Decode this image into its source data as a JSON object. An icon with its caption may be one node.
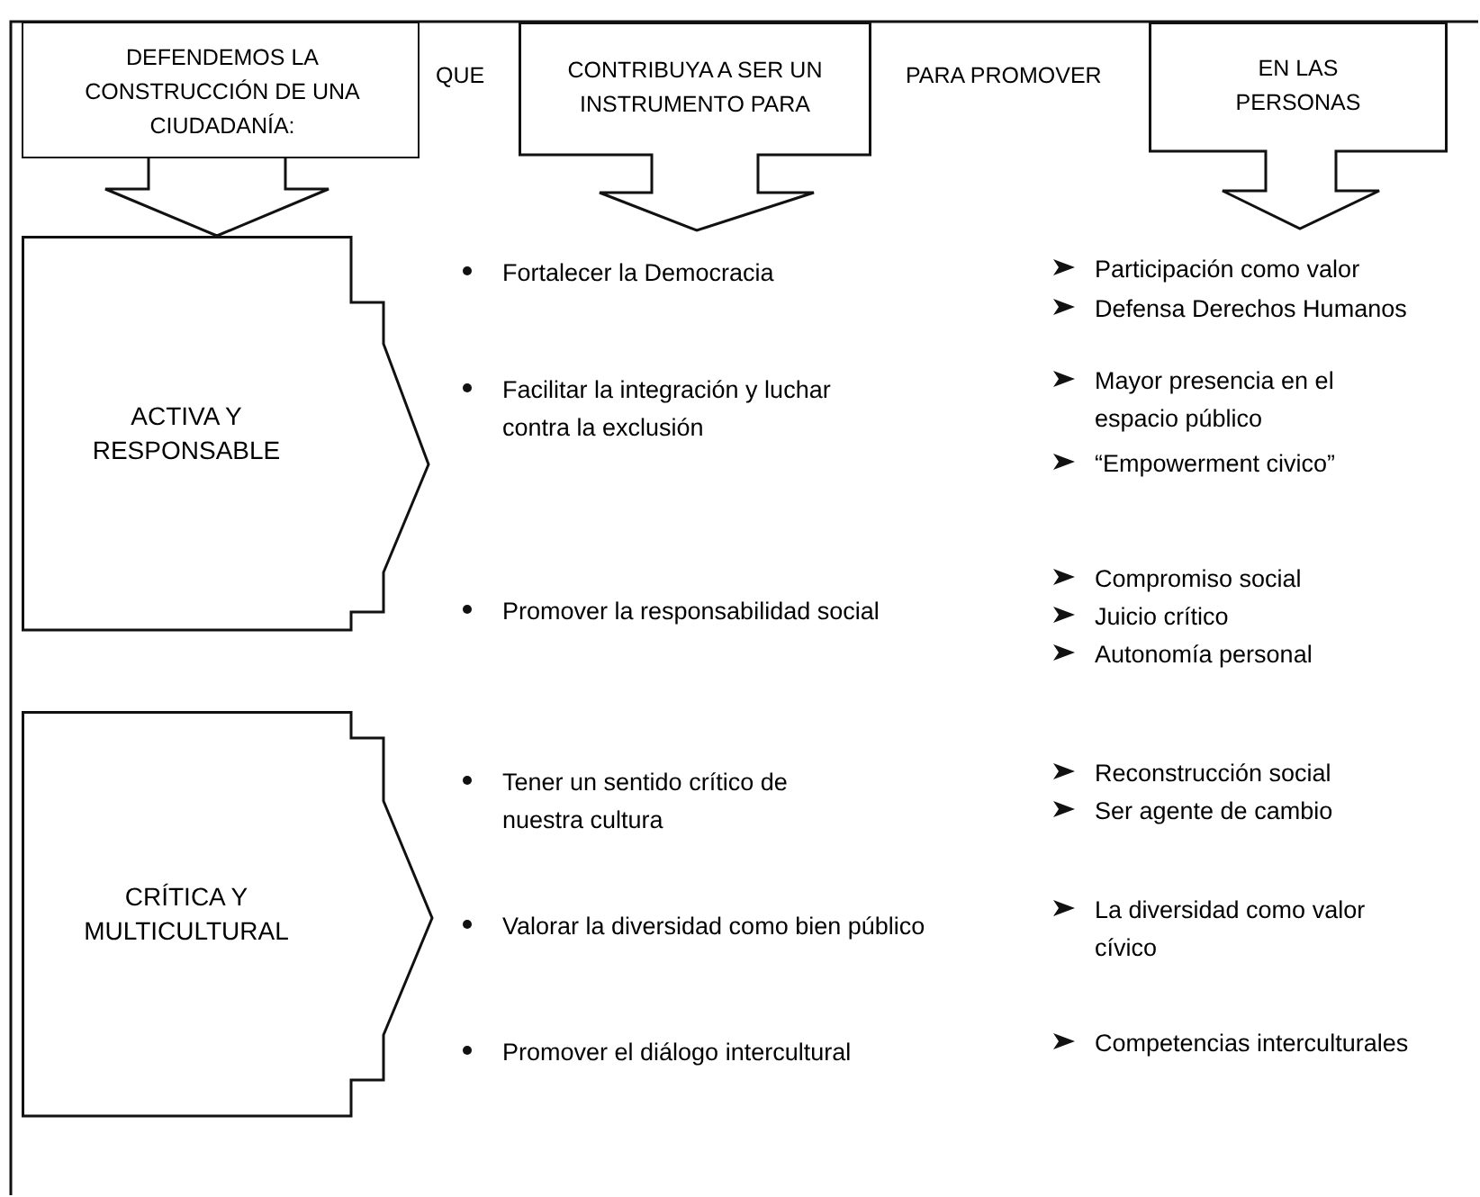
{
  "diagram": {
    "nodes": [
      {
        "text": [
          "DEFENDEMOS LA CONSTRUCCIÓN DE UNA CIUDADANÍA:"
        ]
      },
      {
        "text": [
          "CONTRIBUYA A SER UN INSTRUMENTO PARA"
        ]
      },
      {
        "text": [
          "EN LAS PERSONAS"
        ]
      },
      {
        "text": [
          "ACTIVA Y RESPONSABLE"
        ]
      },
      {
        "text": [
          "CRÍTICA Y MULTICULTURAL"
        ]
      }
    ],
    "edges": [
      {
        "from": 0,
        "to": 3,
        "arrow": "to"
      }
    ],
    "labels": [
      "QUE",
      "PARA PROMOVER",
      "Fortalecer la Democracia",
      "Participación como valor",
      "Defensa Derechos Humanos",
      "Facilitar la integración y luchar contra la exclusión",
      "Mayor presencia en el espacio público",
      "“Empowerment civico”",
      "Promover la responsabilidad social",
      "Compromiso social",
      "Juicio crítico",
      "Autonomía personal",
      "Tener un sentido crítico de nuestra cultura",
      "Reconstrucción social",
      "Ser agente de cambio",
      "Valorar la diversidad como bien público",
      "La diversidad como valor cívico",
      "Promover el diálogo intercultural",
      "Competencias interculturales"
    ]
  }
}
